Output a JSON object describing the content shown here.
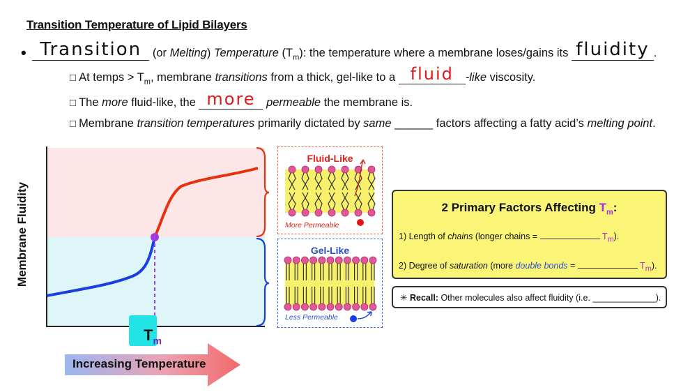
{
  "title": "Transition Temperature of Lipid Bilayers",
  "line1": {
    "answer1": "Transition",
    "text_a": "(or ",
    "text_b": "Melting",
    "text_c": ") ",
    "text_d": "Temperature",
    "text_e": " (T",
    "sub": "m",
    "text_f": "): the temperature where a membrane loses/gains its ",
    "answer2": "fluidity",
    "text_end": "."
  },
  "line2": {
    "text_a": "At temps > T",
    "sub": "m",
    "text_b": ", membrane ",
    "text_c": "transitions",
    "text_d": " from a thick, gel-like to a ",
    "answer": "fluid",
    "text_e": "-like",
    "text_f": " viscosity."
  },
  "line3": {
    "text_a": "The ",
    "text_b": "more",
    "text_c": " fluid-like, the ",
    "answer": "more",
    "text_d": " ",
    "text_e": "permeable",
    "text_f": " the membrane is."
  },
  "line4": {
    "text_a": "Membrane ",
    "text_b": "transition temperatures",
    "text_c": " primarily dictated by ",
    "text_d": "same",
    "text_e": " ______ factors affecting a fatty acid’s ",
    "text_f": "melting point",
    "text_g": "."
  },
  "graph": {
    "ylabel": "Membrane Fluidity",
    "tm_main": "T",
    "tm_sub": "m",
    "arrow_label": "Increasing Temperature"
  },
  "fluid_box": {
    "title": "Fluid-Like",
    "caption": "More Permeable"
  },
  "gel_box": {
    "title": "Gel-Like",
    "caption": "Less Permeable"
  },
  "factors": {
    "title_a": "2 Primary Factors Affecting ",
    "title_tm": "T",
    "title_sub": "m",
    "title_end": ":",
    "f1_a": "1) Length of ",
    "f1_b": "chains",
    "f1_c": " (longer chains = ",
    "f1_tm": "T",
    "f1_sub": "m",
    "f1_end": ").",
    "f2_a": "2) Degree of ",
    "f2_b": "saturation",
    "f2_c": " (more ",
    "f2_d": "double bonds",
    "f2_e": " = ",
    "f2_tm": "T",
    "f2_sub": "m",
    "f2_end": ")."
  },
  "recall": {
    "icon": "✳",
    "label": "Recall:",
    "text": " Other molecules also affect fluidity (i.e. _____________)."
  },
  "colors": {
    "fluid_region": "#fce6e8",
    "gel_region": "#dff6f9",
    "fluid_curve": "#e6320f",
    "gel_curve": "#1a3fe0",
    "tm_point": "#a23be0",
    "factors_bg": "#fbf577"
  }
}
